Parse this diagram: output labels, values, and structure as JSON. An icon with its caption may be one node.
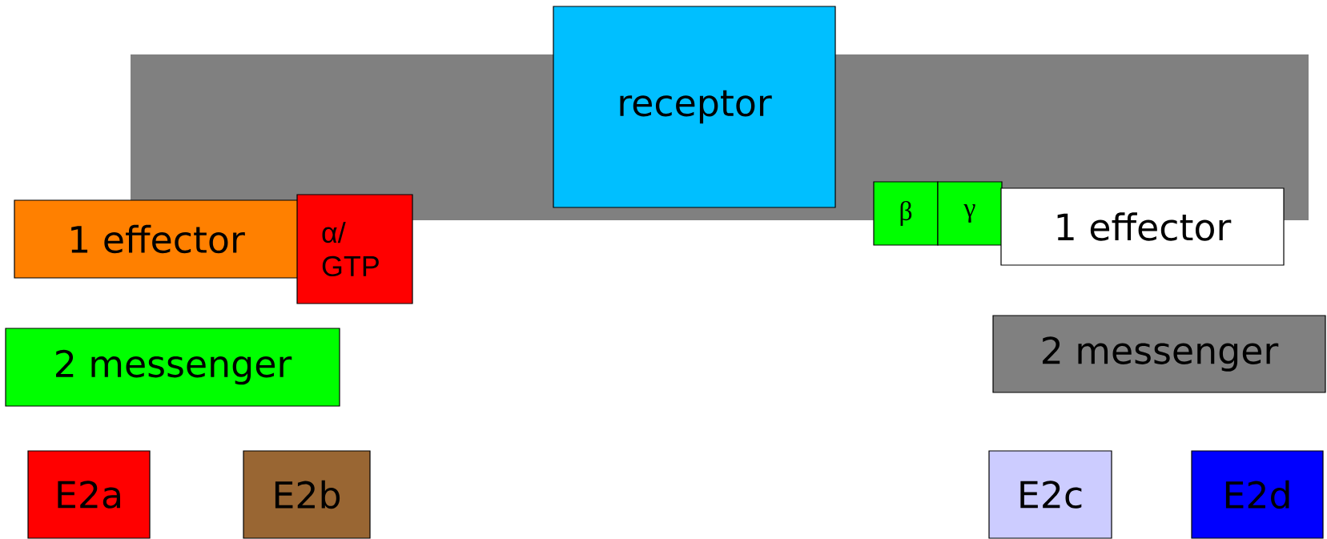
{
  "diagram": {
    "nodes": [
      {
        "text": [],
        "shape": "bar"
      },
      {
        "text": [
          "receptor"
        ]
      },
      {
        "text": [
          "1 effector"
        ]
      },
      {
        "text": [
          "α/ GTP"
        ]
      },
      {
        "text": [
          "2 messenger"
        ]
      },
      {
        "text": [
          "E2a"
        ]
      },
      {
        "text": [
          "E2b"
        ]
      },
      {
        "text": [
          "β"
        ]
      },
      {
        "text": [
          "γ"
        ]
      },
      {
        "text": [
          "1 effector"
        ]
      },
      {
        "text": [
          "2 messenger"
        ]
      },
      {
        "text": [
          "E2c"
        ]
      },
      {
        "text": [
          "E2d"
        ]
      }
    ]
  }
}
